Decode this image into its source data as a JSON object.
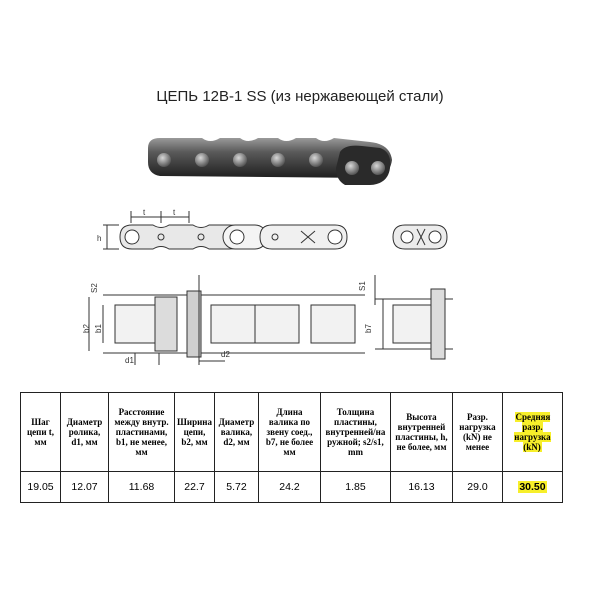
{
  "title": "ЦЕПЬ 12В-1 SS (из нержавеющей стали)",
  "drawing": {
    "label_h": "h",
    "label_t": "t",
    "label_s2": "S2",
    "label_s1": "S1",
    "label_b1": "b1",
    "label_b2": "b2",
    "label_b7": "b7",
    "label_d1": "d1",
    "label_d2": "d2"
  },
  "table": {
    "headers": [
      "Шаг цепи t, мм",
      "Диаметр ролика, d1, мм",
      "Расстояние между внутр. пластинами, b1, не менее, мм",
      "Ширина цепи, b2, мм",
      "Диаметр валика, d2, мм",
      "Длина валика по звену соед., b7, не более мм",
      "Толщина пластины, внутренней/на ружной; s2/s1, mm",
      "Высота внутренней пластины, h, не более, мм",
      "Разр. нагрузка (kN) не менее",
      "Средняя разр. нагрузка (kN)"
    ],
    "values": [
      "19.05",
      "12.07",
      "11.68",
      "22.7",
      "5.72",
      "24.2",
      "1.85",
      "16.13",
      "29.0",
      "30.50"
    ]
  }
}
